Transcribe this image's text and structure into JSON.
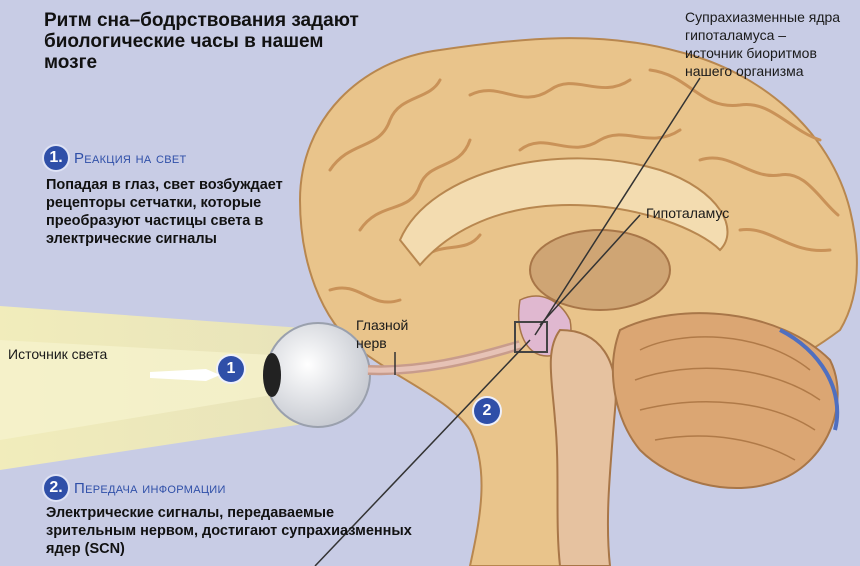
{
  "title": "Ритм сна–бодрствования задают биологические часы в нашем мозге",
  "steps": [
    {
      "number": "1.",
      "title": "Реакция на свет",
      "text": "Попадая в глаз, свет возбуждает рецепторы сетчатки, которые преобразуют частицы света в электрические сигналы"
    },
    {
      "number": "2.",
      "title": "Передача информации",
      "text": "Электрические сигналы, передаваемые зрительным нервом, достигают супрахиазменных ядер (SCN)"
    }
  ],
  "labels": {
    "light_source": "Источник света",
    "optic_nerve": "Глазной нерв",
    "hypothalamus": "Гипоталамус",
    "scn": "Супрахиазменные ядра гипоталамуса – источник биоритмов нашего организма"
  },
  "markers": [
    "1",
    "2"
  ],
  "colors": {
    "background": "#c9cde6",
    "light_beam": "#f2ecb4",
    "accent": "#2f4fa8",
    "cortex": "#e8bf86",
    "cerebellum": "#d9a06f",
    "eye": "#e9ebef"
  }
}
